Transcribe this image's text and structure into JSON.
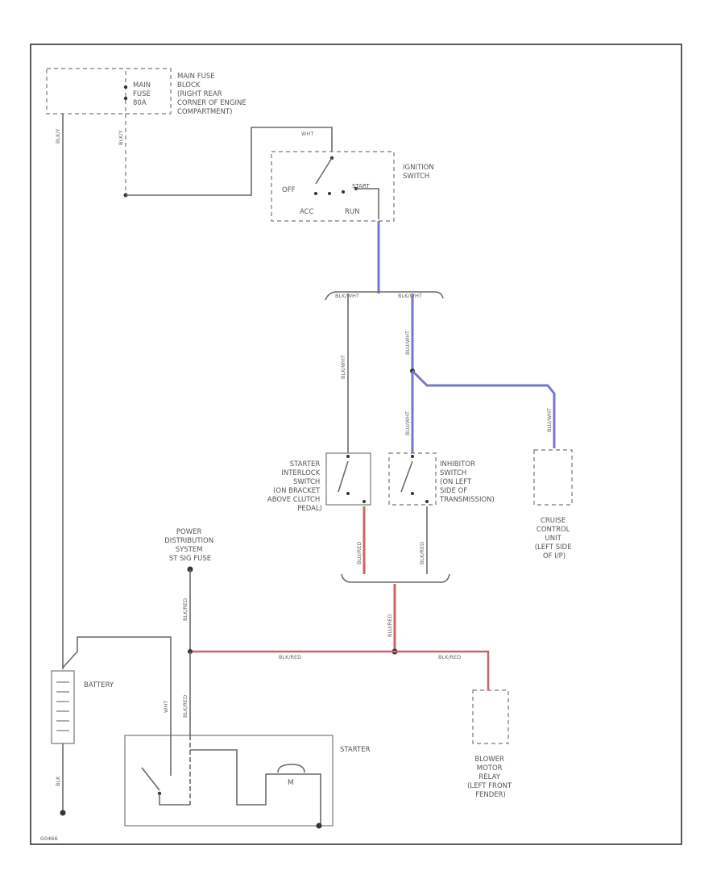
{
  "labels": {
    "main_fuse_title": [
      "MAIN FUSE",
      "BLOCK",
      "(RIGHT REAR",
      "CORNER OF ENGINE",
      "COMPARTMENT)"
    ],
    "main_fuse_inner": [
      "MAIN",
      "FUSE",
      "80A"
    ],
    "ignition_switch": [
      "IGNITION",
      "SWITCH"
    ],
    "ign_off": "OFF",
    "ign_start": "START",
    "ign_acc": "ACC",
    "ign_run": "RUN",
    "starter_interlock": [
      "STARTER",
      "INTERLOCK",
      "SWITCH",
      "(ON BRACKET",
      "ABOVE CLUTCH",
      "PEDAL)"
    ],
    "inhibitor_switch": [
      "INHIBITOR",
      "SWITCH",
      "(ON LEFT",
      "SIDE OF",
      "TRANSMISSION)"
    ],
    "cruise_control": [
      "CRUISE",
      "CONTROL",
      "UNIT",
      "(LEFT SIDE",
      "OF I/P)"
    ],
    "power_dist": [
      "POWER",
      "DISTRIBUTION",
      "SYSTEM",
      "ST SIG FUSE"
    ],
    "battery": "BATTERY",
    "starter": "STARTER",
    "motor": "M",
    "blower_relay": [
      "BLOWER",
      "MOTOR",
      "RELAY",
      "(LEFT FRONT",
      "FENDER)"
    ],
    "figure_code": "G0466"
  },
  "wire_labels": {
    "w_main_left": "BLK/Y",
    "w_main_down": "BLK/Y",
    "w_ign_feed": "WHT",
    "w_to_interlock": "BLK/WHT",
    "w_split_right": "BLK/WHT",
    "w_splice_right": "BLU/WHT",
    "w_to_inhibitor": "BLU/WHT",
    "w_to_cruise": "BLU/WHT",
    "w_interlock_out": "BLU/RED",
    "w_inhibitor_out": "BLK/RED",
    "w_merge_down": "BLU/RED",
    "w_to_powerdist": "BLK/RED",
    "w_to_blower": "BLK/RED",
    "w_pd_down": "BLK/RED",
    "w_starter_feed": "BLK/RED",
    "w_batt_feed": "WHT",
    "w_batt_ground": "BLK"
  },
  "colors": {
    "frame": "#333333",
    "wire": "#6a6a6a",
    "dashed": "#777777",
    "blue_wire": "#7777cc",
    "red_wire": "#cc6666",
    "text": "#555555"
  }
}
